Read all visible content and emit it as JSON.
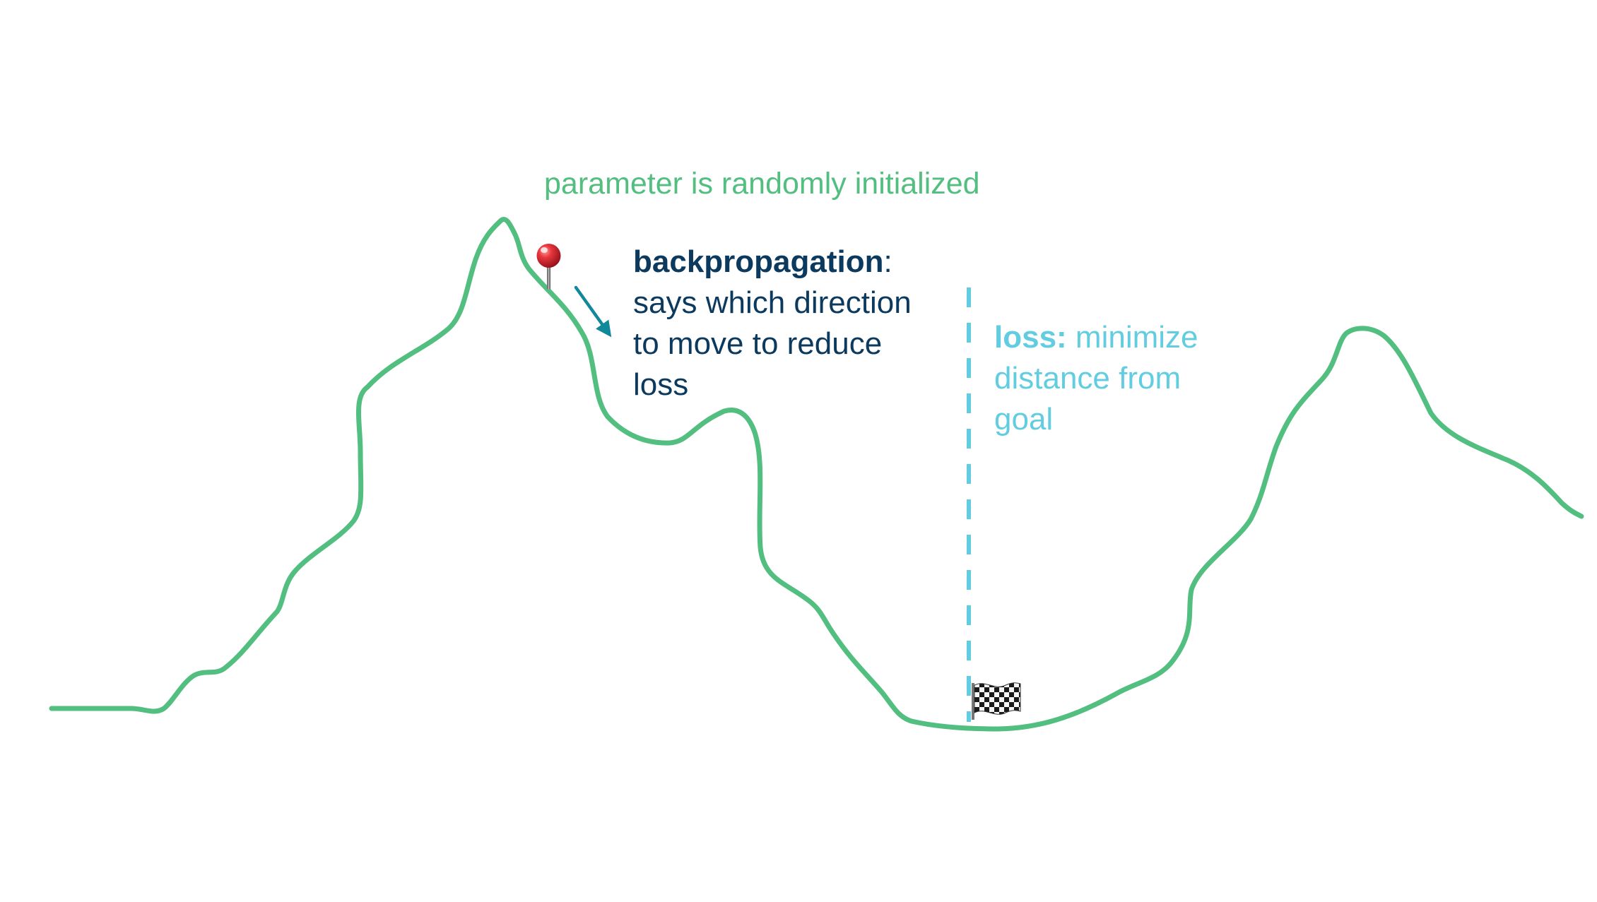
{
  "annotations": {
    "init": "parameter is randomly initialized",
    "backprop": {
      "term": "backpropagation",
      "colon": ":",
      "lines": [
        "says which direction",
        "to move to reduce",
        "loss"
      ]
    },
    "loss": {
      "term": "loss",
      "colon": ":",
      "line1_rest": " minimize",
      "lines": [
        "distance from",
        "goal"
      ]
    }
  },
  "markers": {
    "start_icon": "pushpin-icon",
    "goal_icon": "checkered-flag-icon",
    "direction_icon": "arrow-down-right-icon",
    "goal_line": "dashed-vertical-line"
  },
  "colors": {
    "landscape": "#52be80",
    "init_text": "#52be80",
    "backprop_text": "#0c3a5e",
    "arrow": "#12889b",
    "loss_text": "#62cde0",
    "dashed_line": "#62cde0",
    "pin_head": "#d0202a"
  }
}
